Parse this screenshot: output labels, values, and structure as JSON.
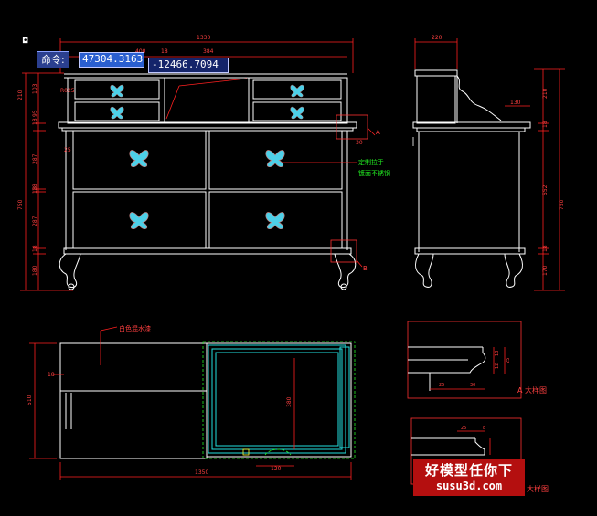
{
  "command_line": {
    "prompt": "命令:",
    "x_value": "47304.3163",
    "y_value": "-12466.7094"
  },
  "ucs_icon": "◘",
  "colors": {
    "outline": "#ffffff",
    "dimension": "#ff2020",
    "annotation": "#ff4040",
    "hatch_cyan": "#22dede",
    "green_text": "#22ee22",
    "detail_box": "#ff3030",
    "yellow": "#ffff33"
  },
  "annotations": {
    "handle_note_1": "定制拉手",
    "handle_note_2": "镀面不锈钢",
    "paint_note": "白色混水漆",
    "callout_a": "A",
    "callout_b": "B",
    "detail_a": "A 大样图",
    "detail_b": "大样图"
  },
  "dimensions": {
    "front_overall_width": "1330",
    "front_sub_1": "400",
    "front_sub_2": "18",
    "front_sub_3": "384",
    "front_left": [
      "210",
      "103",
      "18",
      "95",
      "18",
      "287",
      "18",
      "287",
      "18",
      "180"
    ],
    "front_left_total": "750",
    "front_misc": [
      "R025",
      "30",
      "25"
    ],
    "side_top_width": "220",
    "side_sub": "130",
    "side_right": [
      "210",
      "18",
      "552",
      "18",
      "170"
    ],
    "side_right_total": "750",
    "plan_width": "1350",
    "plan_depth": "510",
    "plan_inner": "380",
    "plan_small": "120",
    "plan_misc": "18",
    "detail_a_dims": [
      "25",
      "30",
      "12",
      "25",
      "18"
    ],
    "detail_b_dims": [
      "25",
      "8"
    ]
  },
  "watermark": {
    "line1": "好模型任你下",
    "line2": "susu3d.com"
  },
  "icons": [
    "butterfly-handle-icon",
    "ucs-icon"
  ]
}
